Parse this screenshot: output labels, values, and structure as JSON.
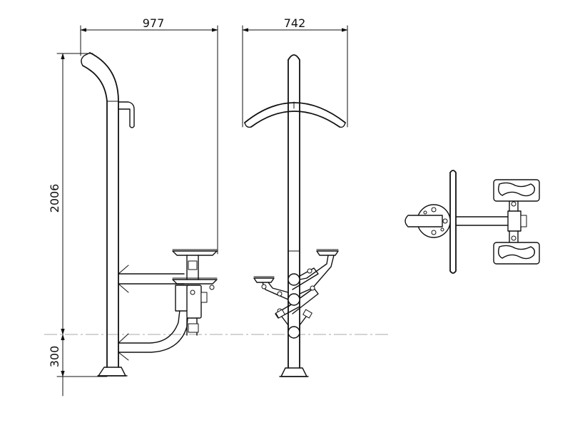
{
  "dimensions": {
    "side_width": "977",
    "front_width": "742",
    "height_above_ground": "2006",
    "depth_below_ground": "300"
  },
  "colors": {
    "line": "#111111",
    "ground_line": "#aaaaaa",
    "background": "#ffffff"
  }
}
